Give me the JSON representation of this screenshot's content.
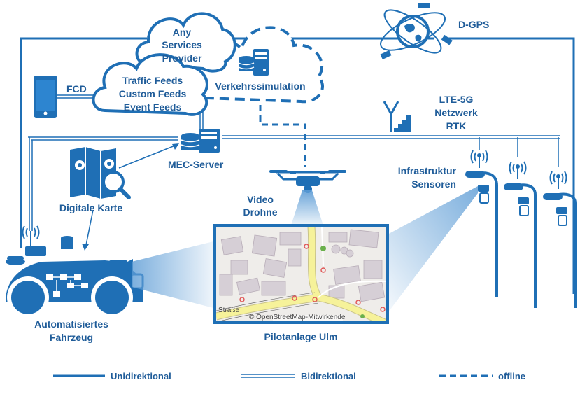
{
  "labels": {
    "any_services_provider_1": "Any",
    "any_services_provider_2": "Services",
    "any_services_provider_3": "Provider",
    "traffic_feeds": "Traffic Feeds",
    "custom_feeds": "Custom Feeds",
    "event_feeds": "Event Feeds",
    "verkehrssimulation": "Verkehrssimulation",
    "dgps": "D-GPS",
    "fcd": "FCD",
    "lte_1": "LTE-5G",
    "lte_2": "Netzwerk",
    "lte_3": "RTK",
    "mec_server": "MEC-Server",
    "infra_1": "Infrastruktur",
    "infra_2": "Sensoren",
    "video_1": "Video",
    "video_2": "Drohne",
    "digitale_karte": "Digitale Karte",
    "vehicle_1": "Automatisiertes",
    "vehicle_2": "Fahrzeug",
    "pilot": "Pilotanlage Ulm",
    "map_copyright": "© OpenStreetMap-Mitwirkende",
    "map_street": "Straße"
  },
  "legend": {
    "unidirektional": "Unidirektional",
    "bidirektional": "Bidirektional",
    "offline": "offline"
  },
  "colors": {
    "primary": "#1f6fb5",
    "label": "#1f5c99",
    "road": "#f6f29a",
    "building": "#d6cfd6",
    "map_bg": "#efedea"
  }
}
